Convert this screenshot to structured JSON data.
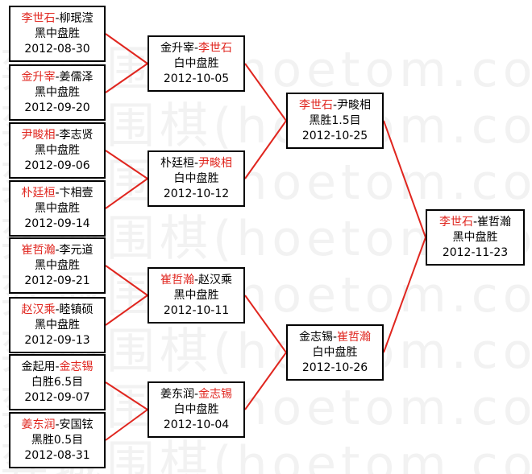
{
  "watermark": "弈城围棋(hoetom.com)",
  "round1": [
    {
      "p1": "李世石",
      "sep": "-",
      "p2": "柳珉滢",
      "winner": 1,
      "result": "黑中盘胜",
      "date": "2012-08-30"
    },
    {
      "p1": "金升宰",
      "sep": "-",
      "p2": "姜儒泽",
      "winner": 1,
      "result": "黑中盘胜",
      "date": "2012-09-20"
    },
    {
      "p1": "尹畯相",
      "sep": "-",
      "p2": "李志贤",
      "winner": 1,
      "result": "黑中盘胜",
      "date": "2012-09-06"
    },
    {
      "p1": "朴廷桓",
      "sep": "-",
      "p2": "卞相壹",
      "winner": 1,
      "result": "黑中盘胜",
      "date": "2012-09-14"
    },
    {
      "p1": "崔哲瀚",
      "sep": "-",
      "p2": "李元道",
      "winner": 1,
      "result": "黑中盘胜",
      "date": "2012-09-21"
    },
    {
      "p1": "赵汉乘",
      "sep": "-",
      "p2": "睦镇硕",
      "winner": 1,
      "result": "黑中盘胜",
      "date": "2012-09-13"
    },
    {
      "p1": "金起用",
      "sep": "-",
      "p2": "金志锡",
      "winner": 2,
      "result": "白胜6.5目",
      "date": "2012-09-07"
    },
    {
      "p1": "姜东润",
      "sep": "-",
      "p2": "安国铉",
      "winner": 1,
      "result": "黑胜0.5目",
      "date": "2012-08-31"
    }
  ],
  "round2": [
    {
      "p1": "金升宰",
      "sep": "-",
      "p2": "李世石",
      "winner": 2,
      "result": "白中盘胜",
      "date": "2012-10-05"
    },
    {
      "p1": "朴廷桓",
      "sep": "-",
      "p2": "尹畯相",
      "winner": 2,
      "result": "白中盘胜",
      "date": "2012-10-12"
    },
    {
      "p1": "崔哲瀚",
      "sep": "-",
      "p2": "赵汉乘",
      "winner": 1,
      "result": "黑中盘胜",
      "date": "2012-10-11"
    },
    {
      "p1": "姜东润",
      "sep": "-",
      "p2": "金志锡",
      "winner": 2,
      "result": "白中盘胜",
      "date": "2012-10-04"
    }
  ],
  "round3": [
    {
      "p1": "李世石",
      "sep": "-",
      "p2": "尹畯相",
      "winner": 1,
      "result": "黑胜1.5目",
      "date": "2012-10-25"
    },
    {
      "p1": "金志锡",
      "sep": "-",
      "p2": "崔哲瀚",
      "winner": 2,
      "result": "白中盘胜",
      "date": "2012-10-26"
    }
  ],
  "final": {
    "p1": "李世石",
    "sep": "-",
    "p2": "崔哲瀚",
    "winner": 1,
    "result": "黑中盘胜",
    "date": "2012-11-23"
  },
  "colors": {
    "winner": "#e0261f",
    "line": "#e0261f",
    "border": "#000000"
  }
}
